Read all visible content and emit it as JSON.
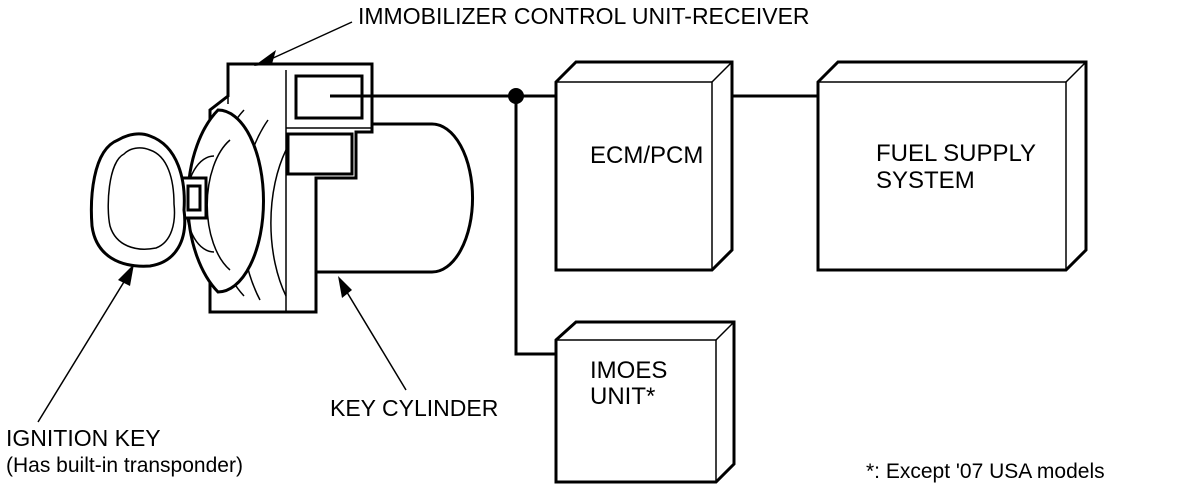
{
  "labels": {
    "immobilizer": "IMMOBILIZER CONTROL UNIT-RECEIVER",
    "ecm": "ECM/PCM",
    "fuel_line1": "FUEL SUPPLY",
    "fuel_line2": "SYSTEM",
    "imoes_line1": "IMOES",
    "imoes_line2": "UNIT*",
    "key_cylinder": "KEY CYLINDER",
    "ignition_key_line1": "IGNITION KEY",
    "ignition_key_line2": "(Has built-in transponder)",
    "footnote": "*: Except '07 USA models"
  },
  "colors": {
    "line": "#000000",
    "background": "#ffffff"
  }
}
